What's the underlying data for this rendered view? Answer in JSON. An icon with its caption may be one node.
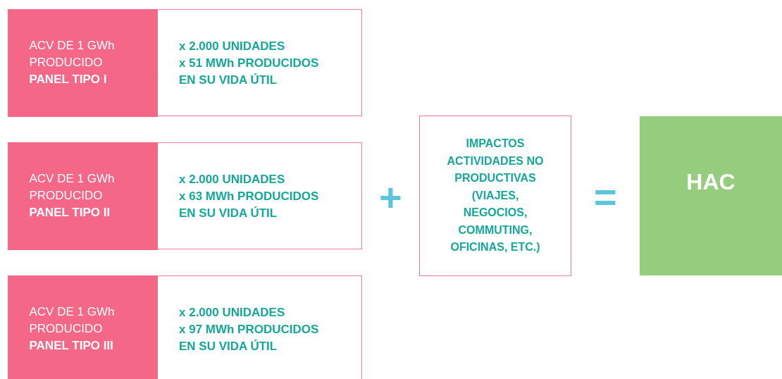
{
  "diagram": {
    "nodes": [
      {
        "text": [
          "x 2.000 UNIDADES",
          "x 51 MWh PRODUCIDOS",
          "EN SU VIDA ÚTIL"
        ]
      },
      {
        "text": [
          "ACV DE 1 GWh PRODUCIDO",
          "PANEL TIPO I"
        ],
        "in": 0
      },
      {
        "text": [
          "x 2.000 UNIDADES",
          "x 63 MWh PRODUCIDOS",
          "EN SU VIDA ÚTIL"
        ]
      },
      {
        "text": [
          "ACV DE 1 GWh PRODUCIDO",
          "PANEL TIPO II"
        ],
        "in": 2
      },
      {
        "text": [
          "x 2.000 UNIDADES",
          "x 97 MWh PRODUCIDOS",
          "EN SU VIDA ÚTIL"
        ]
      },
      {
        "text": [
          "ACV DE 1 GWh PRODUCIDO",
          "PANEL TIPO III"
        ],
        "in": 4
      },
      {
        "text": [
          "IMPACTOS ACTIVIDADES NO PRODUCTIVAS (VIAJES, NEGOCIOS, COMMUTING, OFICINAS, ETC.)"
        ]
      },
      {
        "text": [
          "HAC"
        ]
      }
    ],
    "labels": [
      "+",
      "="
    ]
  }
}
